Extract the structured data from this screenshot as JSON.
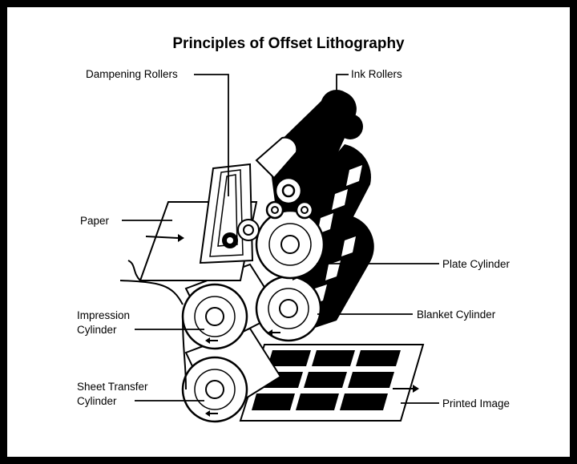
{
  "title": "Principles of Offset Lithography",
  "labels": {
    "dampening_rollers": "Dampening Rollers",
    "ink_rollers": "Ink Rollers",
    "paper": "Paper",
    "plate_cylinder": "Plate Cylinder",
    "impression_line1": "Impression",
    "impression_line2": "Cylinder",
    "blanket_cylinder": "Blanket Cylinder",
    "sheet_transfer_line1": "Sheet Transfer",
    "sheet_transfer_line2": "Cylinder",
    "printed_image": "Printed Image"
  },
  "colors": {
    "ink": "#000000",
    "paper": "#ffffff",
    "frame": "#000000"
  }
}
